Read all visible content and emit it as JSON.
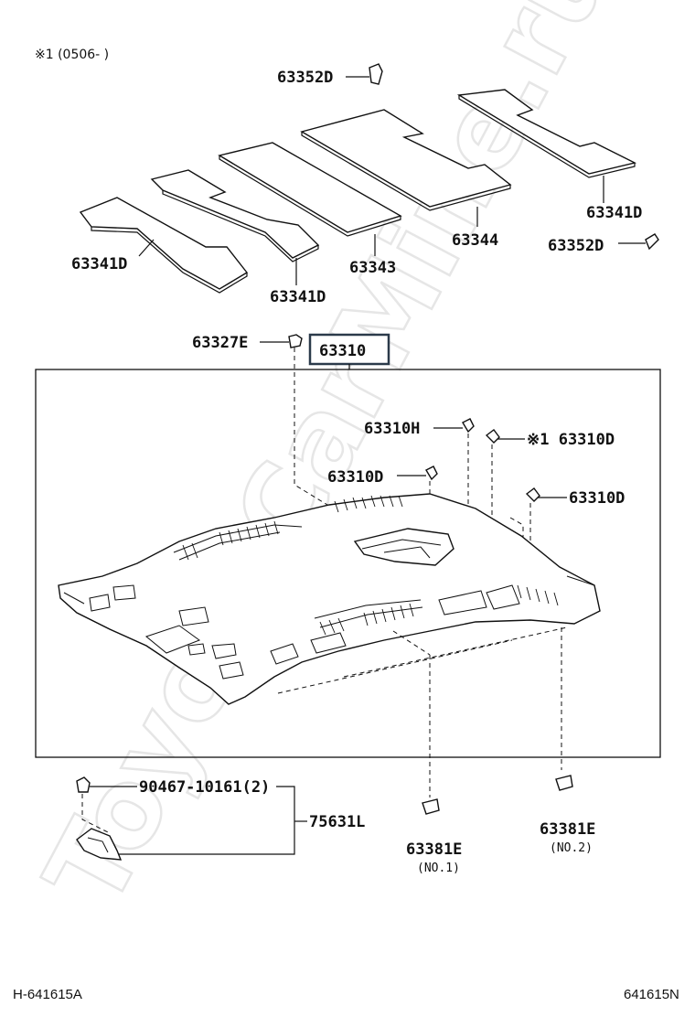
{
  "note": "※1 (0506-    )",
  "corner_left": "H-641615A",
  "corner_right": "641615N",
  "watermark": "ToyotaCarMine.ru",
  "main_part": "63310",
  "labels": {
    "l63352d_top": "63352D",
    "l63341d_right": "63341D",
    "l63352d_right": "63352D",
    "l63344": "63344",
    "l63343": "63343",
    "l63341d_mid": "63341D",
    "l63341d_left": "63341D",
    "l63327e": "63327E",
    "l63310h": "63310H",
    "l63310d_star": "※1 63310D",
    "l63310d_mid": "63310D",
    "l63310d_right": "63310D",
    "l90467": "90467-10161(2)",
    "l75631l": "75631L",
    "l63381e_1": "63381E",
    "l63381e_1_sub": "(NO.1)",
    "l63381e_2": "63381E",
    "l63381e_2_sub": "(NO.2)"
  }
}
